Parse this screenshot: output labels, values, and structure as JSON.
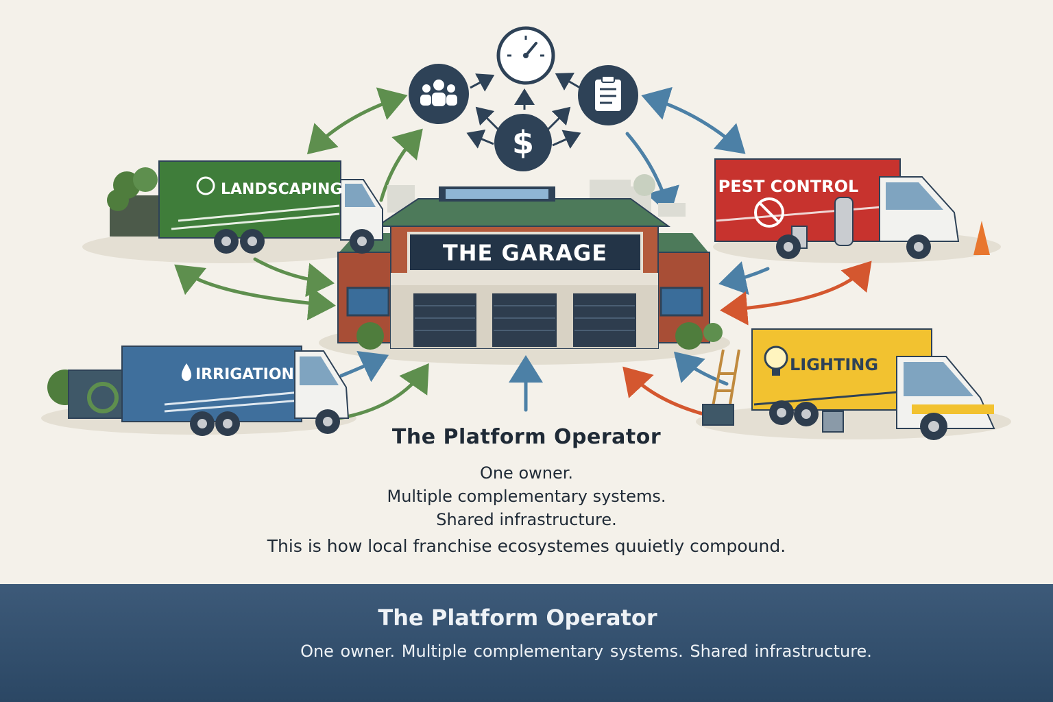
{
  "garage": {
    "sign": "THE GARAGE"
  },
  "trucks": {
    "landscaping": {
      "label": "LANDSCAPING",
      "color": "#3f7d3a"
    },
    "pest_control": {
      "label": "PEST CONTROL",
      "color": "#c7332e"
    },
    "irrigation": {
      "label": "IRRIGATION",
      "color": "#3f6f9c"
    },
    "lighting": {
      "label": "LIGHTING",
      "color": "#f2c230"
    }
  },
  "hub_icons": [
    "people-icon",
    "gauge-icon",
    "clipboard-icon",
    "dollar-icon"
  ],
  "caption": {
    "title": "The Platform Operator",
    "line1": "One owner.",
    "line2": "Multiple complementary systems.",
    "line3": "Shared infrastructure.",
    "line4": "This is how local franchise ecosystemes quuietly compound."
  },
  "footer": {
    "title": "The Platform Operator",
    "subtitle": "One owner.   Multiple complementary systems. Shared infrastructure."
  }
}
